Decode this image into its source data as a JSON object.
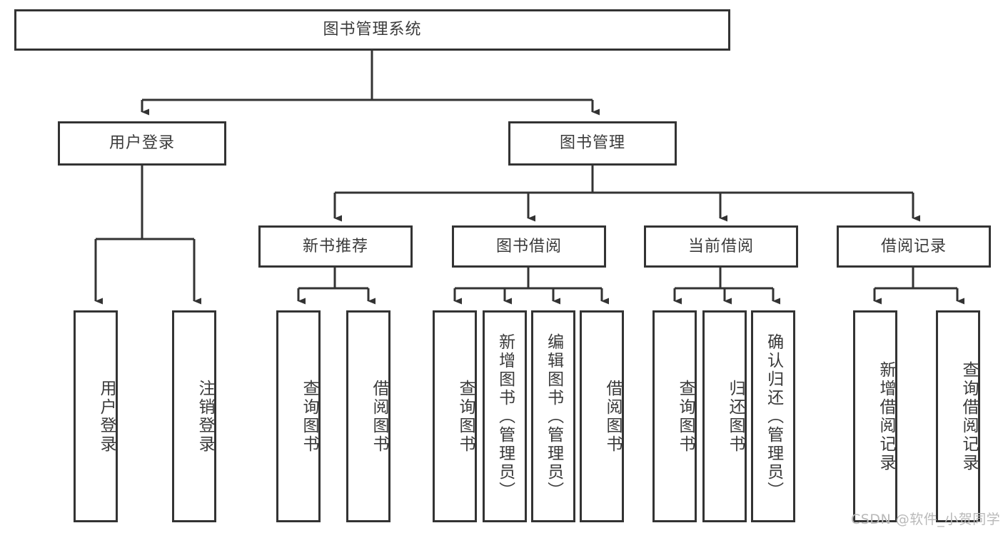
{
  "diagram": {
    "title": "图书管理系统",
    "type": "tree-hierarchy",
    "root": {
      "label": "图书管理系统"
    },
    "level2": [
      {
        "label": "用户登录"
      },
      {
        "label": "图书管理"
      }
    ],
    "level3": [
      {
        "label": "新书推荐"
      },
      {
        "label": "图书借阅"
      },
      {
        "label": "当前借阅"
      },
      {
        "label": "借阅记录"
      }
    ],
    "leaves": {
      "user_login": [
        {
          "label": "用户登录"
        },
        {
          "label": "注销登录"
        }
      ],
      "new_book_recommend": [
        {
          "label": "查询图书"
        },
        {
          "label": "借阅图书"
        }
      ],
      "book_borrow": [
        {
          "label": "查询图书"
        },
        {
          "label": "新增图书（管理员）"
        },
        {
          "label": "编辑图书（管理员）"
        },
        {
          "label": "借阅图书"
        }
      ],
      "current_borrow": [
        {
          "label": "查询图书"
        },
        {
          "label": "归还图书"
        },
        {
          "label": "确认归还（管理员）"
        }
      ],
      "borrow_record": [
        {
          "label": "新增借阅记录"
        },
        {
          "label": "查询借阅记录"
        }
      ]
    }
  },
  "watermark": {
    "text": "CSDN @软件_小贺同学"
  },
  "colors": {
    "stroke": "#333333",
    "text": "#3a3a3a",
    "background": "#ffffff",
    "watermark": "#b9b9b9"
  }
}
